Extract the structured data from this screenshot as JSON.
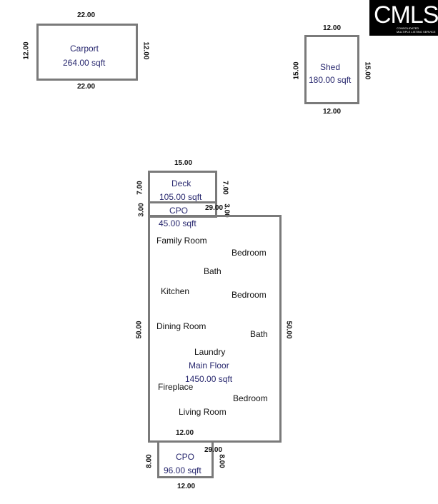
{
  "logo": {
    "name": "CMLS",
    "sub1": "CONSOLIDATED",
    "sub2": "MULTIPLE LISTING SERVICE"
  },
  "carport": {
    "title": "Carport",
    "area": "264.00 sqft",
    "top": "22.00",
    "bottom": "22.00",
    "left": "12.00",
    "right": "12.00"
  },
  "shed": {
    "title": "Shed",
    "area": "180.00 sqft",
    "top": "12.00",
    "bottom": "12.00",
    "left": "15.00",
    "right": "15.00"
  },
  "deck": {
    "title": "Deck",
    "area": "105.00 sqft",
    "top": "15.00",
    "left": "7.00",
    "right": "7.00"
  },
  "cpo_top": {
    "title": "CPO",
    "area": "45.00 sqft",
    "left": "3.00",
    "right": "3.00",
    "inner": "29.00"
  },
  "main": {
    "title": "Main Floor",
    "area": "1450.00 sqft",
    "left": "50.00",
    "right": "50.00",
    "bottom": "12.00",
    "rooms": {
      "family": "Family Room",
      "bedroom1": "Bedroom",
      "bath1": "Bath",
      "kitchen": "Kitchen",
      "bedroom2": "Bedroom",
      "dining": "Dining Room",
      "bath2": "Bath",
      "laundry": "Laundry",
      "fireplace": "Fireplace",
      "bedroom3": "Bedroom",
      "living": "Living Room"
    }
  },
  "cpo_bottom": {
    "title": "CPO",
    "area": "96.00 sqft",
    "left": "8.00",
    "right": "8.00",
    "bottom": "12.00",
    "inner": "29.00"
  }
}
